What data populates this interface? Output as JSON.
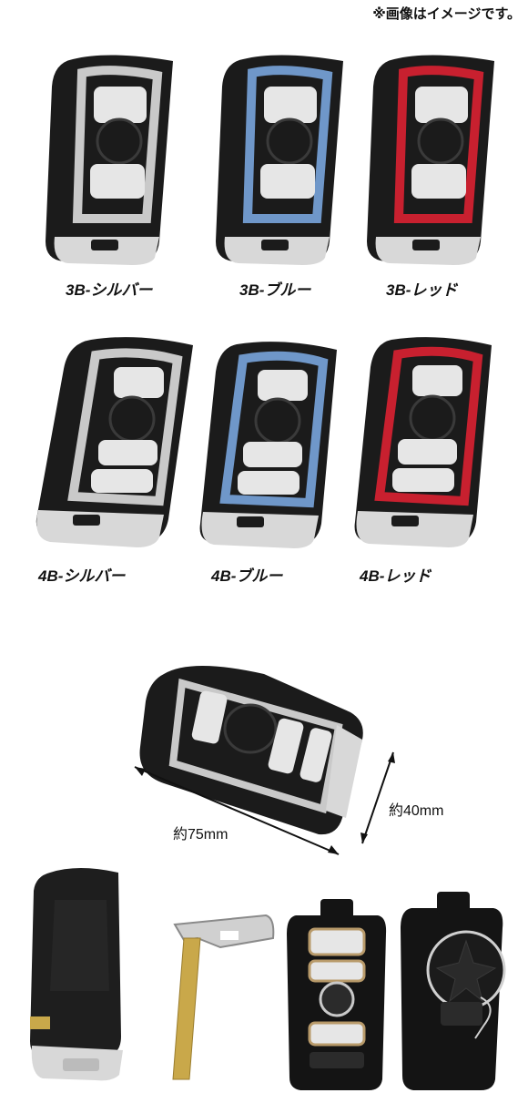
{
  "note": "※画像はイメージです。",
  "variants_3b": [
    {
      "label": "3B-シルバー",
      "accent": "#c9c9c9"
    },
    {
      "label": "3B-ブルー",
      "accent": "#6f97c9"
    },
    {
      "label": "3B-レッド",
      "accent": "#c8202f"
    }
  ],
  "variants_4b": [
    {
      "label": "4B-シルバー",
      "accent": "#c9c9c9"
    },
    {
      "label": "4B-ブルー",
      "accent": "#6f97c9"
    },
    {
      "label": "4B-レッド",
      "accent": "#c8202f"
    }
  ],
  "dimensions": {
    "length": "約75mm",
    "width": "約40mm"
  },
  "colors": {
    "body": "#1b1b1b",
    "chrome": "#d8d8d8",
    "button": "#e6e6e6"
  }
}
